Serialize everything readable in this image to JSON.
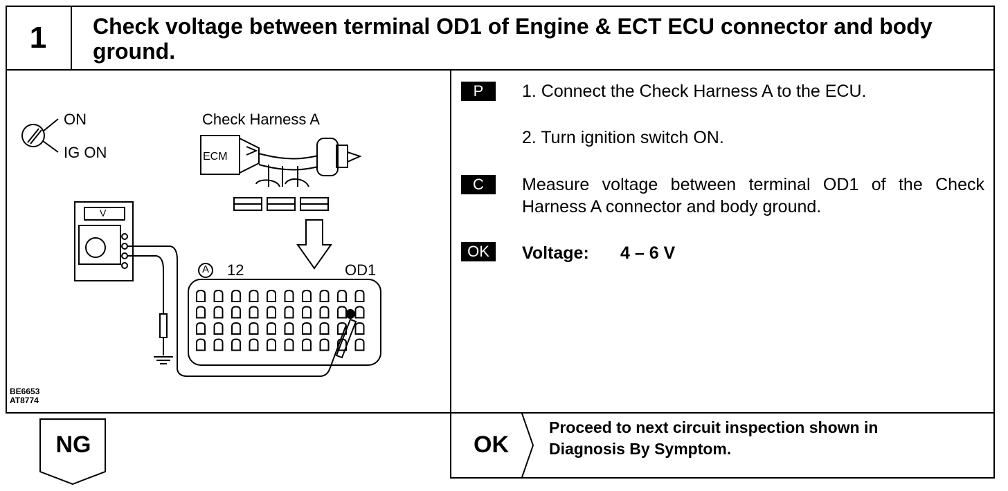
{
  "header": {
    "step_number": "1",
    "title": "Check voltage between terminal OD1 of Engine & ECT ECU connector and body ground."
  },
  "figure": {
    "switch_on": "ON",
    "switch_ig_on": "IG ON",
    "harness_label": "Check Harness A",
    "ecm_label": "ECM",
    "meter_label": "V",
    "connector_marker": "A",
    "pin_number": "12",
    "terminal_label": "OD1",
    "figure_codes": [
      "BE6653",
      "AT8774"
    ]
  },
  "instructions": {
    "p_tag": "P",
    "step1": "1.  Connect the Check Harness A to the ECU.",
    "step2": "2.  Turn ignition switch ON.",
    "c_tag": "C",
    "measure": "Measure voltage between terminal OD1 of the Check Harness A connector and body ground.",
    "ok_tag": "OK",
    "voltage_label": "Voltage:",
    "voltage_value": "4 – 6 V"
  },
  "results": {
    "ng_label": "NG",
    "ok_label": "OK",
    "ok_text_line1": "Proceed to next circuit inspection shown in",
    "ok_text_line2": "Diagnosis By Symptom."
  }
}
